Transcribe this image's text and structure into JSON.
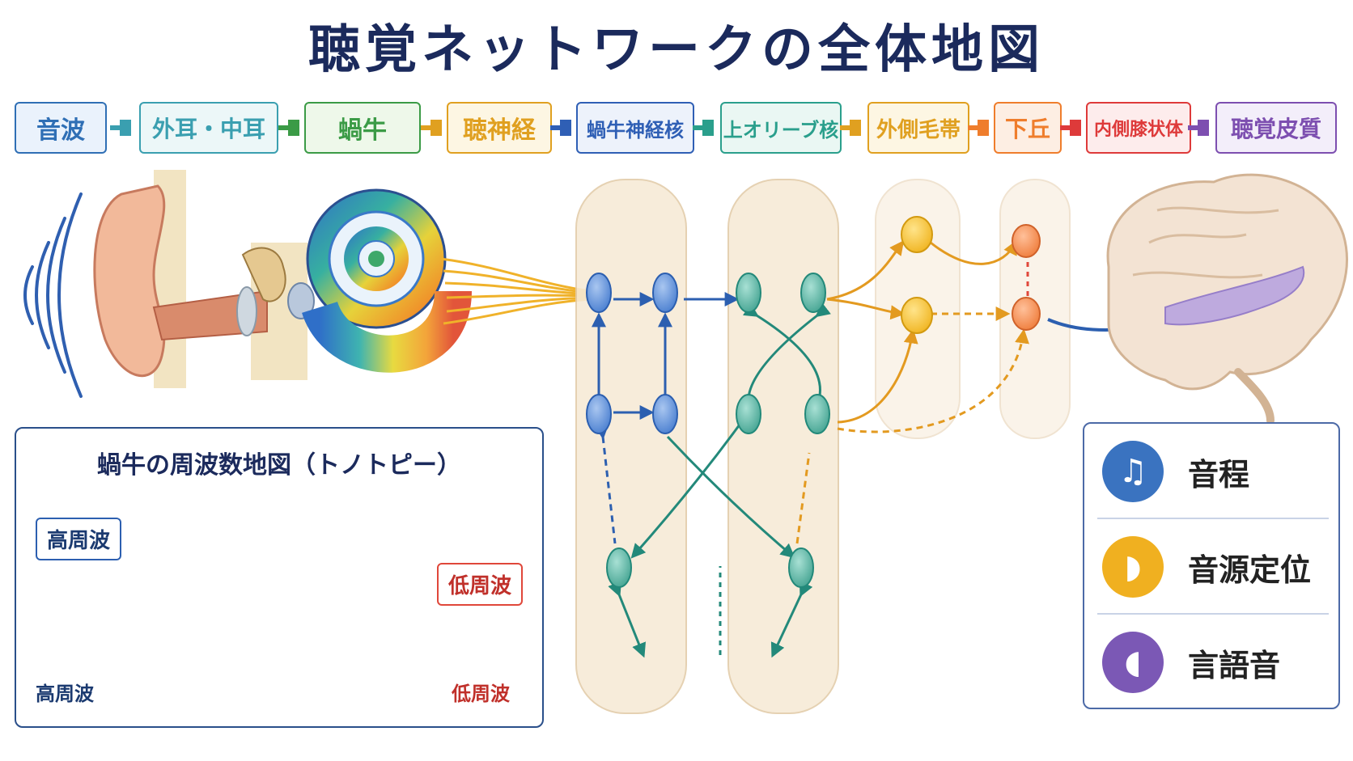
{
  "title": "聴覚ネットワークの全体地図",
  "pathway": [
    {
      "label": "音波",
      "color": "#2f6fb5",
      "bg": "#eaf2fc"
    },
    {
      "label": "外耳・中耳",
      "color": "#3a9fb0",
      "bg": "#ecf7f8"
    },
    {
      "label": "蝸牛",
      "color": "#3b9b46",
      "bg": "#eef8ea"
    },
    {
      "label": "聴神経",
      "color": "#e0a020",
      "bg": "#fdf6e3"
    },
    {
      "label": "蝸牛神経核",
      "color": "#2f5fb5",
      "bg": "#edf2fb"
    },
    {
      "label": "上オリーブ核",
      "color": "#2a9f8c",
      "bg": "#eaf7f3"
    },
    {
      "label": "外側毛帯",
      "color": "#e0a020",
      "bg": "#fdf6e3"
    },
    {
      "label": "下丘",
      "color": "#ef7d2c",
      "bg": "#fdeee3"
    },
    {
      "label": "内側膝状体",
      "color": "#de3a3a",
      "bg": "#fdecec"
    },
    {
      "label": "聴覚皮質",
      "color": "#7d4fb0",
      "bg": "#f3eefa"
    }
  ],
  "tonotopy": {
    "title": "蝸牛の周波数地図（トノトピー）",
    "callout_high": "高周波",
    "callout_low": "低周波",
    "bar_left": "高周波",
    "bar_right": "低周波"
  },
  "legend": [
    {
      "label": "音程",
      "icon": "music-note-icon",
      "color": "#3a73c0",
      "glyph": "♫"
    },
    {
      "label": "音源定位",
      "icon": "ear-icon",
      "color": "#f0b020",
      "glyph": "◗"
    },
    {
      "label": "言語音",
      "icon": "speaking-head-icon",
      "color": "#7b58b5",
      "glyph": "◖"
    }
  ]
}
